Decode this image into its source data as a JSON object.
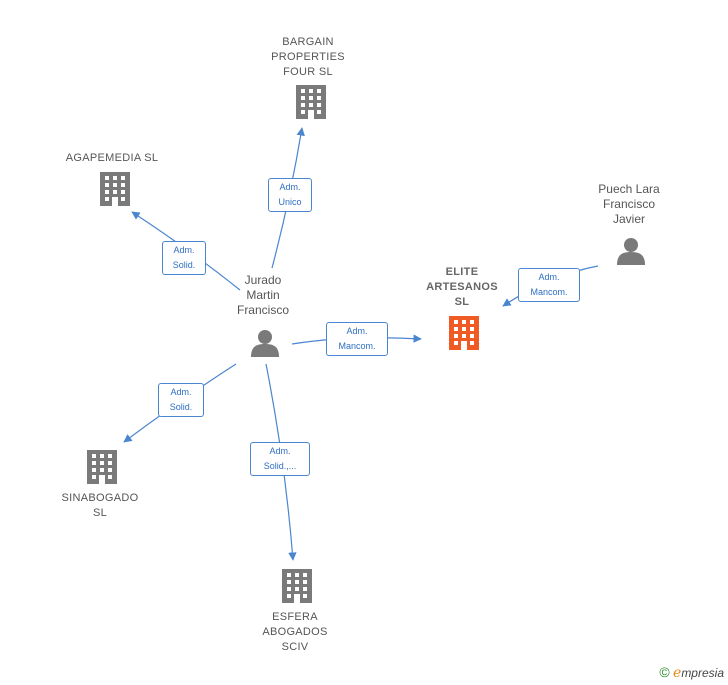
{
  "nodes": {
    "bargain": {
      "label": "BARGAIN\nPROPERTIES\nFOUR SL",
      "icon": "building-icon"
    },
    "agapemedia": {
      "label": "AGAPEMEDIA SL",
      "icon": "building-icon"
    },
    "puech": {
      "label": "Puech Lara\nFrancisco\nJavier",
      "icon": "person-icon"
    },
    "elite": {
      "label": "ELITE\nARTESANOS\nSL",
      "icon": "building-icon",
      "color": "#f05a24"
    },
    "jurado": {
      "label": "Jurado\nMartin\nFrancisco",
      "icon": "person-icon"
    },
    "sinabogado": {
      "label": "SINABOGADO\nSL",
      "icon": "building-icon"
    },
    "esfera": {
      "label": "ESFERA\nABOGADOS\nSCIV",
      "icon": "building-icon"
    }
  },
  "relations": {
    "jurado_bargain": "Adm.\nUnico",
    "jurado_agapemedia": "Adm.\nSolid.",
    "puech_elite": "Adm.\nMancom.",
    "jurado_elite": "Adm.\nMancom.",
    "jurado_sinabogado": "Adm.\nSolid.",
    "jurado_esfera": "Adm.\nSolid.,..."
  },
  "colors": {
    "edge": "#4a86d0",
    "node_gray": "#7a7a7a",
    "focus": "#f05a24"
  },
  "brand": {
    "copyright": "©",
    "initial": "e",
    "rest": "mpresia"
  }
}
